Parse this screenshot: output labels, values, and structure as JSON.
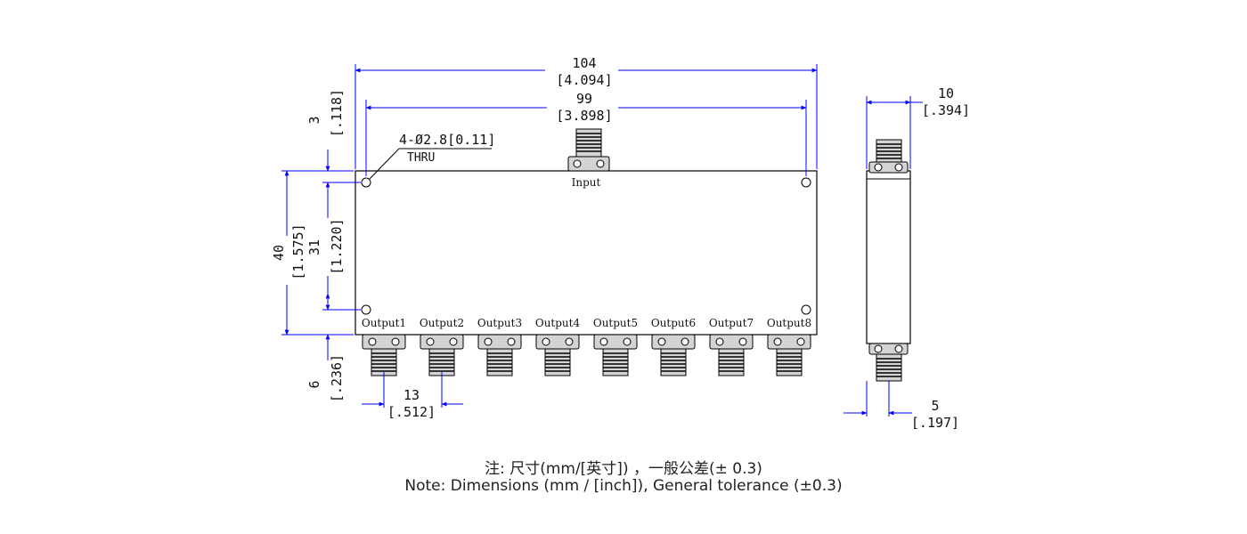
{
  "front_view": {
    "overall_width": {
      "mm": "104",
      "inch": "[4.094]"
    },
    "hole_spacing": {
      "mm": "99",
      "inch": "[3.898]"
    },
    "hole_callout": {
      "line1": "4-Ø2.8[0.11]",
      "line2": "THRU"
    },
    "top_offset": {
      "mm": "3",
      "inch": "[.118]"
    },
    "overall_height": {
      "mm": "40",
      "inch": "[1.575]"
    },
    "hole_vertical_spacing": {
      "mm": "31",
      "inch": "[1.220]"
    },
    "bottom_offset": {
      "mm": "6",
      "inch": "[.236]"
    },
    "connector_pitch": {
      "mm": "13",
      "inch": "[.512]"
    },
    "input_label": "Input",
    "output_labels": [
      "Output1",
      "Output2",
      "Output3",
      "Output4",
      "Output5",
      "Output6",
      "Output7",
      "Output8"
    ]
  },
  "side_view": {
    "thickness": {
      "mm": "10",
      "inch": "[.394]"
    },
    "connector_offset": {
      "mm": "5",
      "inch": "[.197]"
    }
  },
  "notes": {
    "chinese": "注: 尺寸(mm/[英寸]) ，一般公差(± 0.3)",
    "english": "Note: Dimensions (mm / [inch]), General tolerance (±0.3)"
  },
  "colors": {
    "dimension_line": "#0000ff",
    "outline": "#000000",
    "connector_fill": "#d4d4d4"
  }
}
